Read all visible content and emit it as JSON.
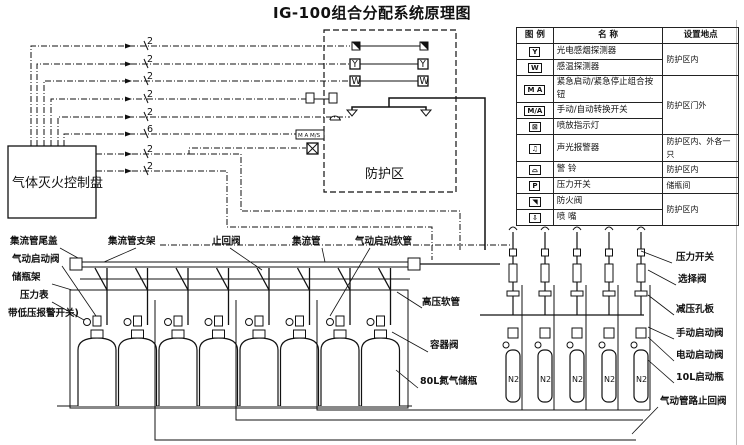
{
  "title": "IG-100组合分配系统原理图",
  "controller": {
    "label": "气体灭火控制盘"
  },
  "protected_zone": {
    "label": "防护区"
  },
  "wire_counts": [
    "2",
    "2",
    "2",
    "2",
    "2",
    "6",
    "2",
    "2"
  ],
  "legend": {
    "headers": [
      "图 例",
      "名 称",
      "设置地点"
    ],
    "rows": [
      {
        "symbol": "Y",
        "icon": "smoke-detector-icon",
        "name": "光电感烟探测器",
        "location": "防护区内",
        "loc_span": 2
      },
      {
        "symbol": "W",
        "icon": "heat-detector-icon",
        "name": "感温探测器"
      },
      {
        "symbol": "M A",
        "icon": "emergency-start-stop-button-icon",
        "name": "紧急启动/紧急停止组合按钮",
        "location": "防护区门外",
        "loc_span": 3
      },
      {
        "symbol": "M/A",
        "icon": "manual-auto-switch-icon",
        "name": "手动/自动转换开关"
      },
      {
        "symbol": "⊠",
        "icon": "discharge-indicator-icon",
        "name": "喷放指示灯"
      },
      {
        "symbol": "♫",
        "icon": "audible-visual-alarm-icon",
        "name": "声光报警器",
        "location": "防护区内、外各一只",
        "loc_span": 1
      },
      {
        "symbol": "⌓",
        "icon": "alarm-bell-icon",
        "name": "警 铃",
        "location": "防护区内",
        "loc_span": 1
      },
      {
        "symbol": "P",
        "icon": "pressure-switch-icon",
        "name": "压力开关",
        "location": "储瓶间",
        "loc_span": 1
      },
      {
        "symbol": "◥",
        "icon": "fire-damper-icon",
        "name": "防火阀",
        "location": "防护区内",
        "loc_span": 2
      },
      {
        "symbol": "⇩",
        "icon": "nozzle-icon",
        "name": "喷 嘴"
      }
    ]
  },
  "left_labels": [
    "集流管尾盖",
    "气动启动阀",
    "储瓶架",
    "压力表",
    "带低压报警开关)"
  ],
  "top_labels": [
    "集流管支架",
    "止回阀",
    "集流管",
    "气动启动软管"
  ],
  "right_mid_labels": [
    "高压软管",
    "容器阀",
    "80L氮气储瓶"
  ],
  "right_labels": [
    "压力开关",
    "选择阀",
    "减压孔板",
    "手动启动阀",
    "电动启动阀",
    "10L启动瓶",
    "气动管路止回阀"
  ],
  "n2_label": "N2",
  "main_cylinder_count": 8,
  "pilot_cylinder_count": 5
}
